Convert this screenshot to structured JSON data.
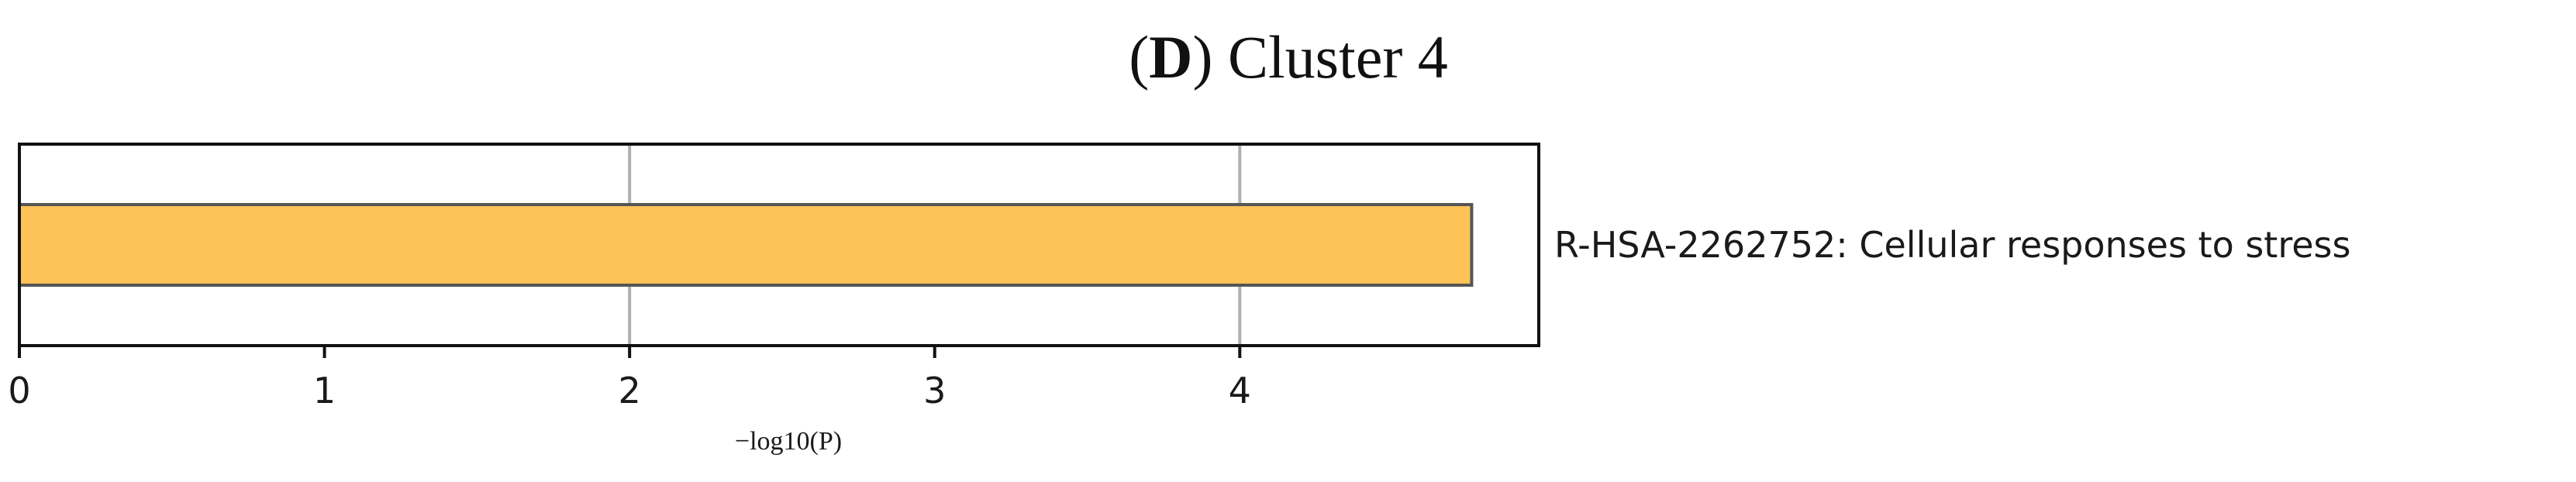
{
  "chart_data": {
    "type": "bar",
    "orientation": "horizontal",
    "title_prefix": "(",
    "title_bold": "D",
    "title_suffix": ") Cluster 4",
    "categories": [
      "R-HSA-2262752: Cellular responses to stress"
    ],
    "values": [
      4.76
    ],
    "xlabel": "−log10(P)",
    "xlim": [
      0,
      4.98
    ],
    "xticks": [
      0,
      1,
      2,
      3,
      4
    ],
    "vertical_gridlines": [
      2,
      4
    ],
    "grid": true,
    "colors": {
      "bar_fill": "#fec357",
      "bar_edge": "#555555",
      "grid": "#b0b0b0",
      "axis": "#111111"
    }
  }
}
